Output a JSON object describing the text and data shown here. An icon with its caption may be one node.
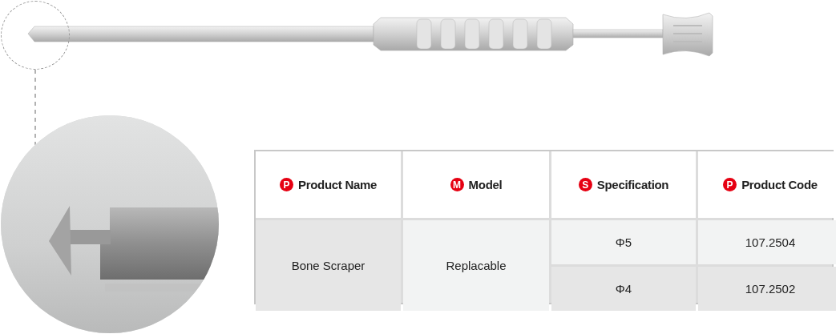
{
  "diagram": {
    "nodes": [
      {
        "text": [],
        "shape": "circle"
      },
      {
        "text": [],
        "shape": "picture"
      }
    ],
    "edges": [
      {
        "from": 0,
        "to": 1,
        "arrow": "none",
        "style": "dashed"
      }
    ],
    "labels": [
      "P",
      "Product Name",
      "M",
      "Model",
      "S",
      "Specification",
      "P",
      "Product Code",
      "Bone Scraper",
      "Replacable",
      "Φ5",
      "107.2504",
      "Φ4",
      "107.2502"
    ]
  }
}
